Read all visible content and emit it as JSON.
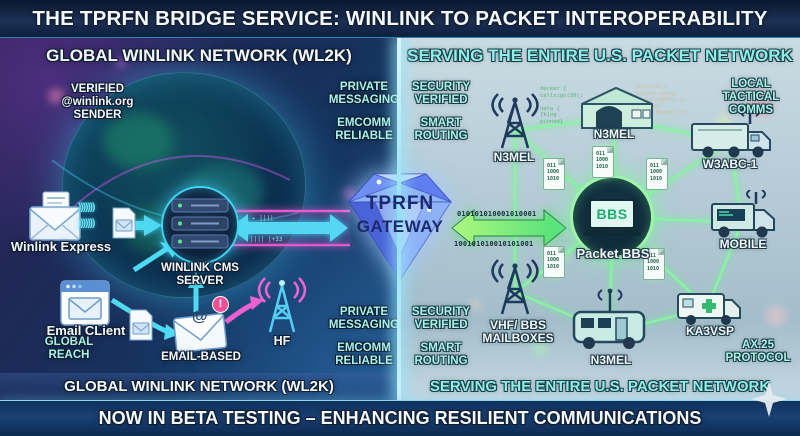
{
  "banner": {
    "title": "THE TPRFN BRIDGE SERVICE: WINLINK TO PACKET INTEROPERABILITY"
  },
  "bottom_banner": {
    "text": "NOW IN BETA TESTING – ENHANCING RESILIENT COMMUNICATIONS"
  },
  "left": {
    "header": "GLOBAL WINLINK NETWORK (WL2K)",
    "footer": "GLOBAL WINLINK NETWORK (WL2K)",
    "verified_sender": "VERIFIED\n@winlink.org\nSENDER",
    "private_messaging": "PRIVATE\nMESSAGING",
    "emcomm_reliable": "EMCOMM\nRELIABLE",
    "global_reach": "GLOBAL\nREACH",
    "winlink_express": "Winlink Express",
    "winlink_cms_server": "WINLINK CMS\nSERVER",
    "email_client": "Email CLient",
    "email_based": "EMAIL-BASED",
    "email_based_at": "@",
    "email_based_badge": "!",
    "hf": "HF",
    "chevrons": ")))))))",
    "band_marks_top": "▸   ||||",
    "band_marks_bottom": "||||   |+33"
  },
  "center": {
    "gateway_line1": "TPRFN",
    "gateway_line2": "GATEWAY"
  },
  "right": {
    "header": "SERVING THE ENTIRE U.S. PACKET NETWORK",
    "footer": "SERVING THE ENTIRE U.S. PACKET NETWORK",
    "security_verified": "SECURITY\nVERIFIED",
    "smart_routing": "SMART\nROUTING",
    "local_tactical_comms": "LOCAL\nTACTICAL\nCOMMS",
    "binary_top": "010101010001010001",
    "binary_bottom": "100101010010101001",
    "binary_doc": "011\n1000\n1010",
    "code_left": "decker {\n  callsign(30):\n\ndata {\n    [k]og\npinned}",
    "code_right": "pachate()\npacket dstip\npacket;WO3AC-1)\npacked()\nnoun (WA3BP-1();",
    "nodes": {
      "tower_top": "N3MEL",
      "tent": "N3MEL",
      "w3abc": "W3ABC-1",
      "mobile": "MOBILE",
      "ka3vsp": "KA3VSP",
      "rv": "N3MEL",
      "vhf": "VHF/ BBS\nMAILBOXES",
      "ax25": "AX.25\nPROTOCOL",
      "packet_bbs": "Packet BBS",
      "bbs_screen": "BBS"
    }
  },
  "colors": {
    "accent_cyan": "#59d9f2",
    "accent_magenta": "#e75bd0",
    "mesh_green": "#86f79e",
    "label_cyan": "#a9f2e6",
    "deep_navy": "#122a50",
    "panel_light": "#b7cdd8"
  }
}
